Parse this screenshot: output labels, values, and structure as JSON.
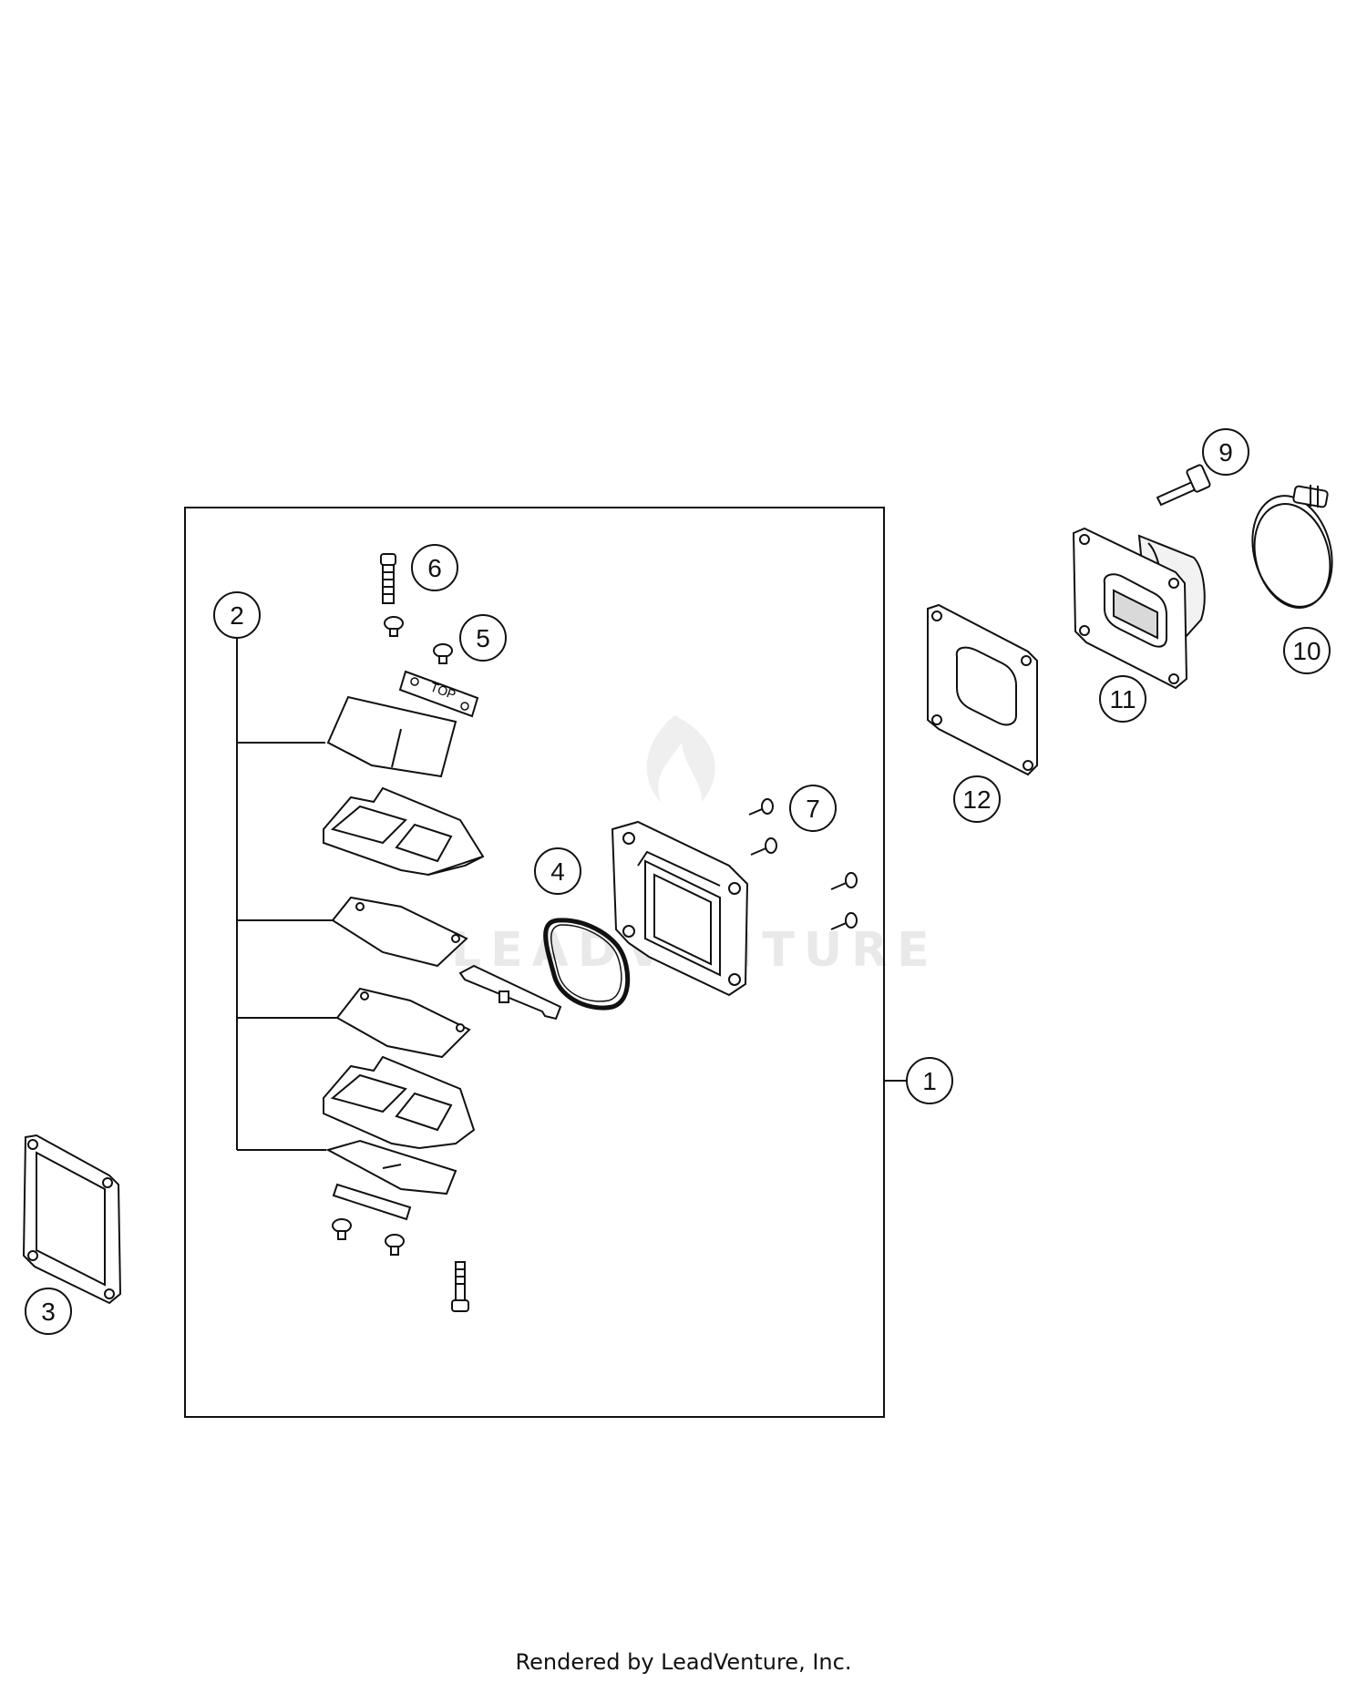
{
  "callouts": [
    "1",
    "2",
    "3",
    "4",
    "5",
    "6",
    "7",
    "9",
    "10",
    "11",
    "12"
  ],
  "reed_label": "TOP",
  "watermark": "LEADVENTURE",
  "footer": "Rendered by LeadVenture, Inc."
}
